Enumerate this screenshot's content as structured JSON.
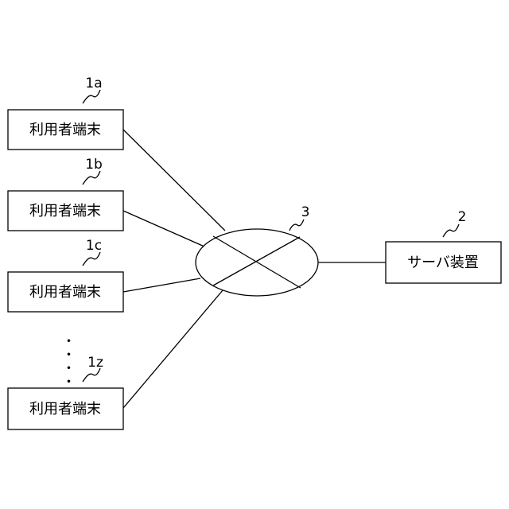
{
  "terminals": [
    {
      "ref": "1a",
      "label": "利用者端末"
    },
    {
      "ref": "1b",
      "label": "利用者端末"
    },
    {
      "ref": "1c",
      "label": "利用者端末"
    },
    {
      "ref": "1z",
      "label": "利用者端末"
    }
  ],
  "network": {
    "ref": "3"
  },
  "server": {
    "ref": "2",
    "label": "サーバ装置"
  },
  "ellipsis": "・・・・"
}
